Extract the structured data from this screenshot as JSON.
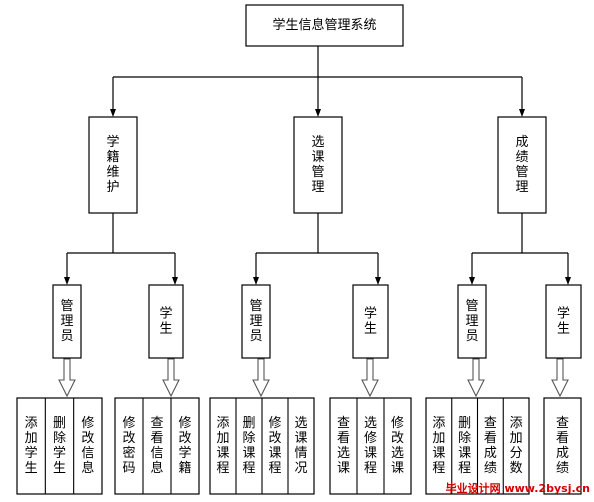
{
  "root": {
    "label": "学生信息管理系统"
  },
  "modules": [
    {
      "label": "学籍维护",
      "roles": [
        {
          "label": "管理员",
          "functions": [
            "添加学生",
            "删除学生",
            "修改信息"
          ]
        },
        {
          "label": "学生",
          "functions": [
            "修改密码",
            "查看信息",
            "修改学籍"
          ]
        }
      ]
    },
    {
      "label": "选课管理",
      "roles": [
        {
          "label": "管理员",
          "functions": [
            "添加课程",
            "删除课程",
            "修改课程",
            "选课情况"
          ]
        },
        {
          "label": "学生",
          "functions": [
            "查看选课",
            "选修课程",
            "修改选课"
          ]
        }
      ]
    },
    {
      "label": "成绩管理",
      "roles": [
        {
          "label": "管理员",
          "functions": [
            "添加课程",
            "删除课程",
            "查看成绩",
            "添加分数"
          ]
        },
        {
          "label": "学生",
          "functions": [
            "查看成绩"
          ]
        }
      ]
    }
  ],
  "watermark": "毕业设计网 www.2bysj.cn"
}
